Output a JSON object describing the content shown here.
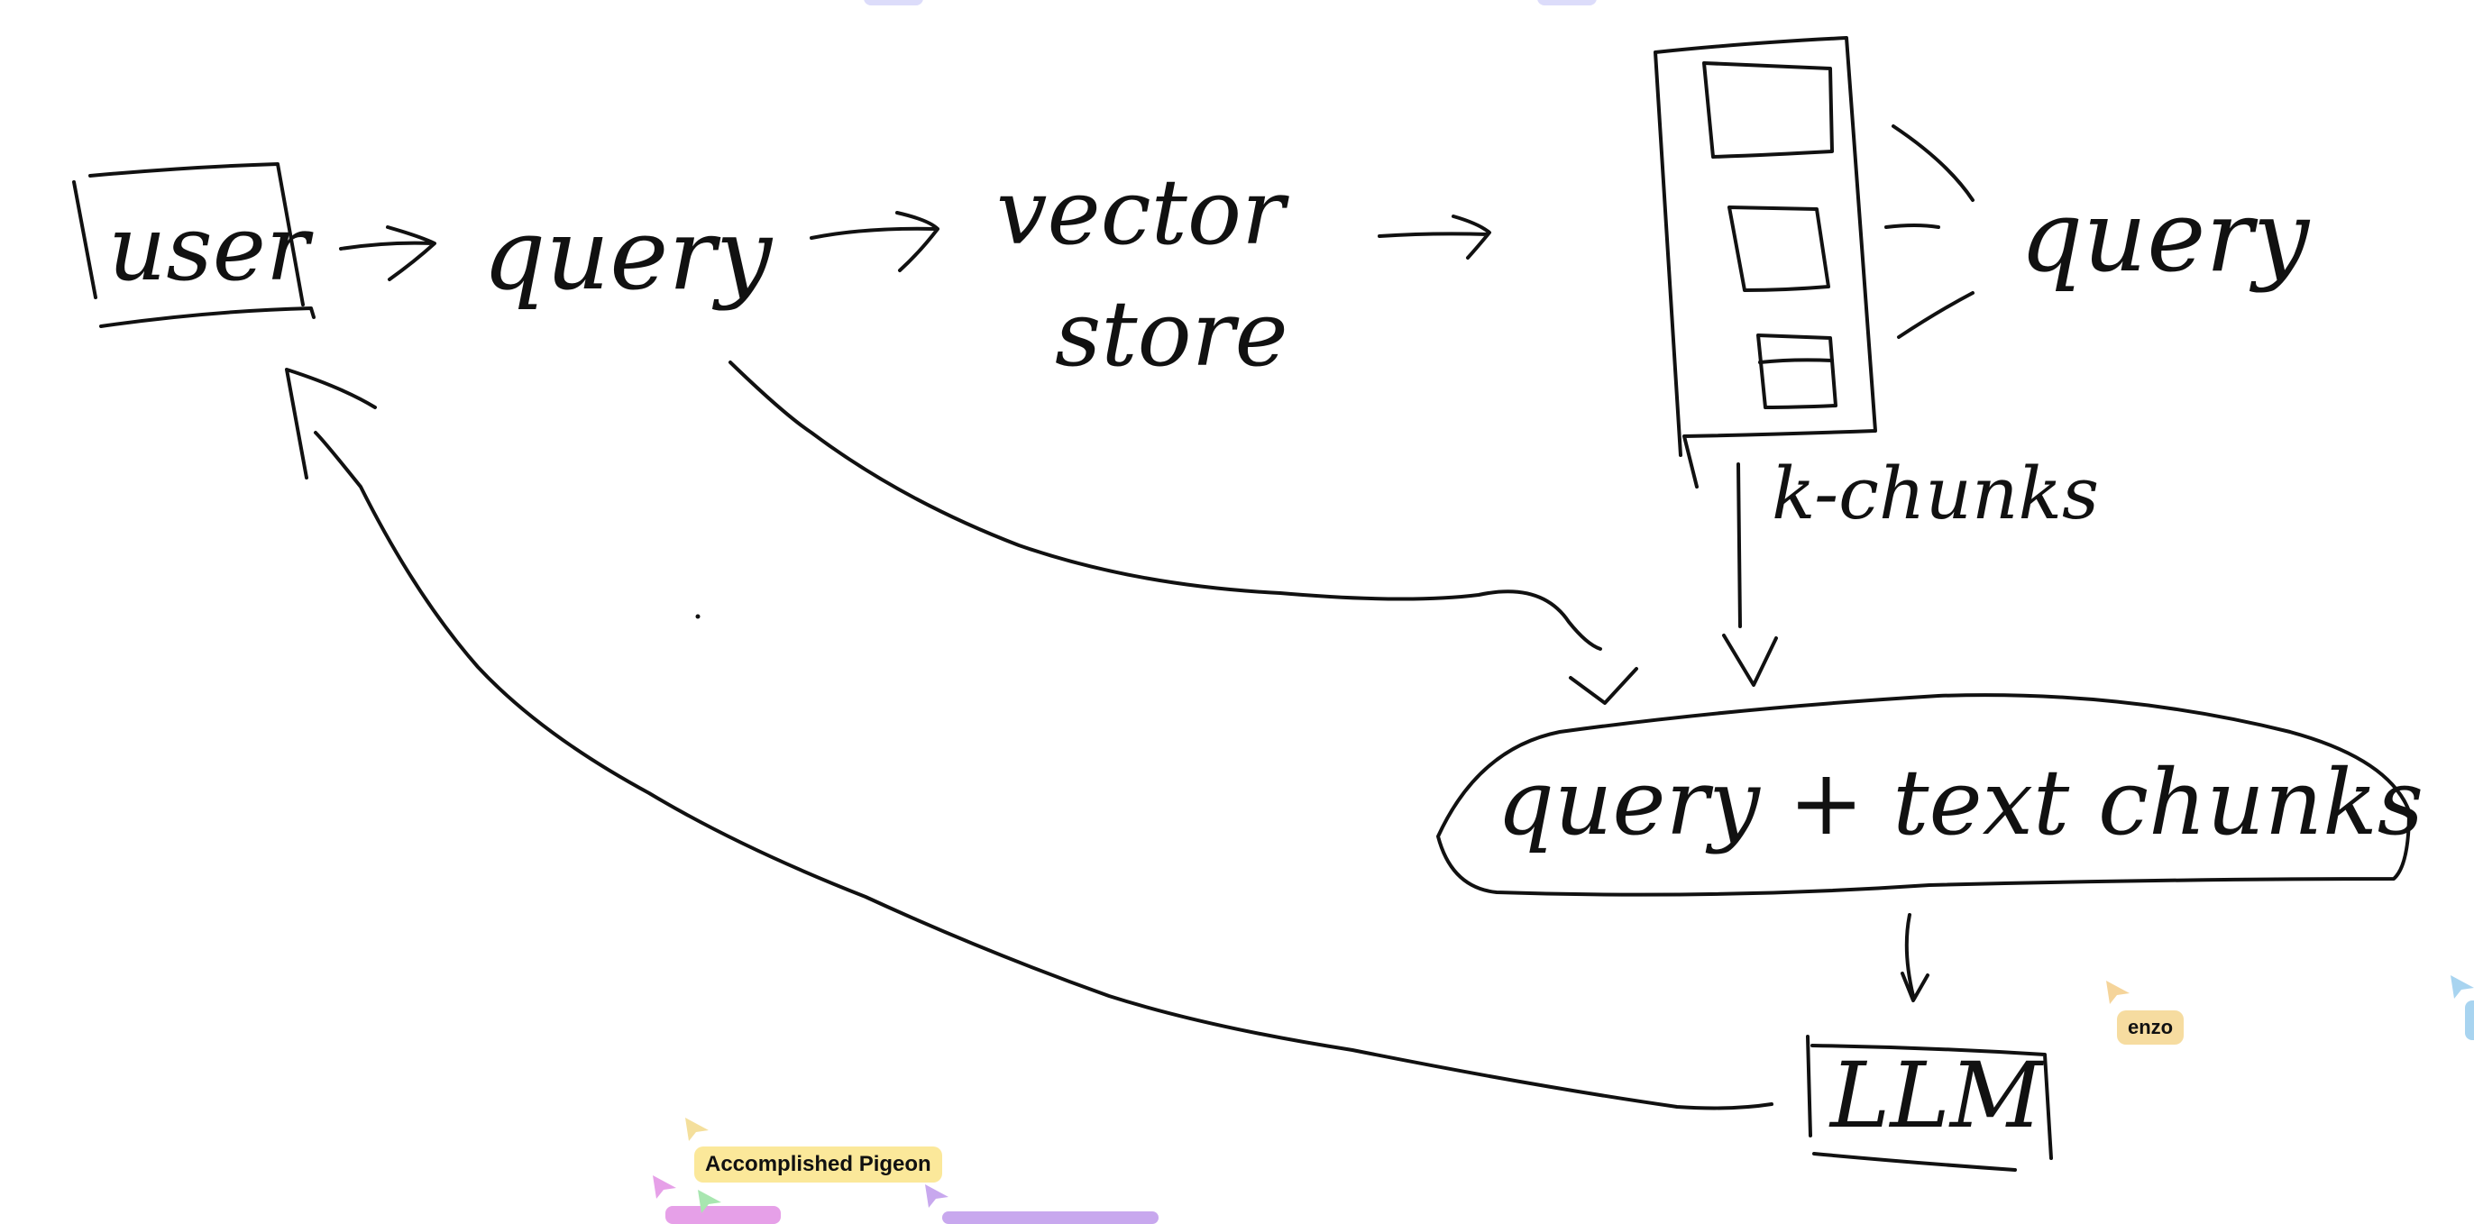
{
  "diagram": {
    "nodes": {
      "user": "user",
      "query": "query",
      "vector_store_line1": "vector",
      "vector_store_line2": "store",
      "query_right": "query",
      "k_chunks": "k-chunks",
      "combined": "query + text chunks",
      "llm": "LLM"
    }
  },
  "collaborators": [
    {
      "name": "Accomplished Pigeon",
      "color": "#fbe89a",
      "cursor_color": "#f4df9c"
    },
    {
      "name": "enzo",
      "color": "#f6dca0",
      "cursor_color": "#f5d49a"
    }
  ],
  "colors": {
    "ink": "#111111",
    "pink_cursor": "#e6a0e8",
    "green_cursor": "#a8e6b0",
    "purple_cursor": "#c8a8ee",
    "blue_cursor": "#a8d4f0",
    "lavender_chip": "#dcdcfa"
  }
}
